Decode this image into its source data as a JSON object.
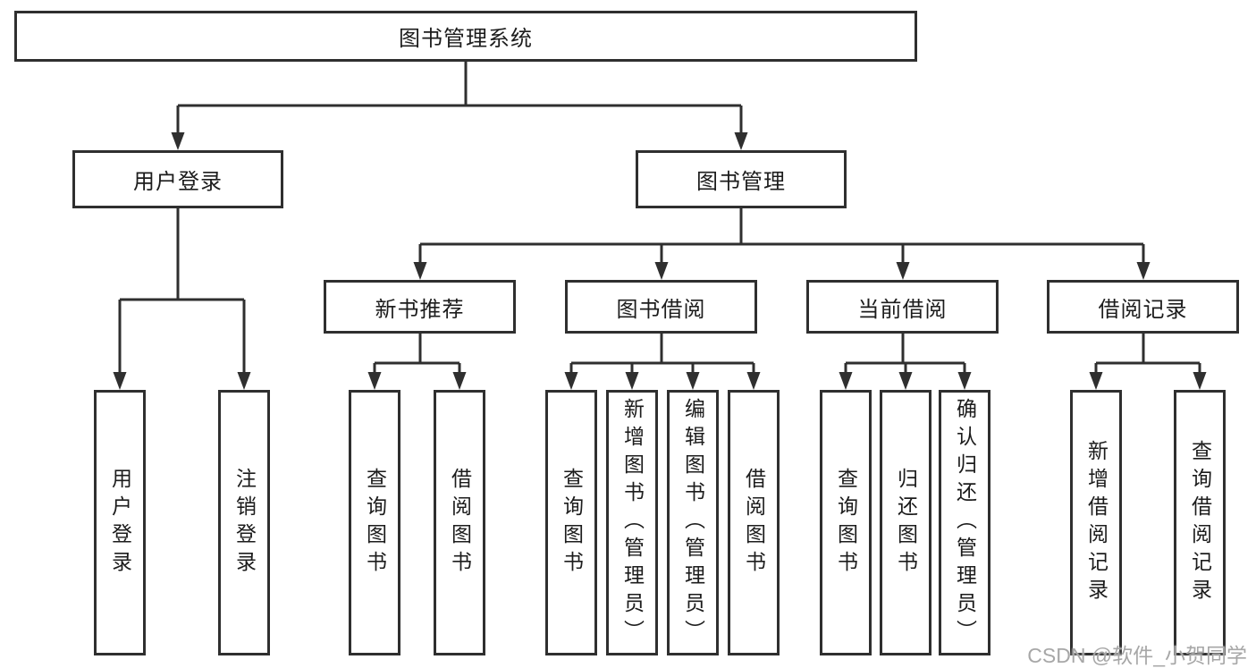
{
  "diagram": {
    "root": "图书管理系统",
    "user_branch": {
      "label": "用户登录",
      "children": [
        "用户登录",
        "注销登录"
      ]
    },
    "book_branch": {
      "label": "图书管理",
      "groups": [
        {
          "label": "新书推荐",
          "children": [
            "查询图书",
            "借阅图书"
          ]
        },
        {
          "label": "图书借阅",
          "children": [
            "查询图书",
            "新增图书（管理员）",
            "编辑图书（管理员）",
            "借阅图书"
          ]
        },
        {
          "label": "当前借阅",
          "children": [
            "查询图书",
            "归还图书",
            "确认归还（管理员）"
          ]
        },
        {
          "label": "借阅记录",
          "children": [
            "新增借阅记录",
            "查询借阅记录"
          ]
        }
      ]
    }
  },
  "watermark": "CSDN @软件_小贺同学",
  "colors": {
    "line": "#2f2f2f",
    "text": "#1c1c1c",
    "watermark": "#a7a7a7",
    "background": "#ffffff"
  }
}
